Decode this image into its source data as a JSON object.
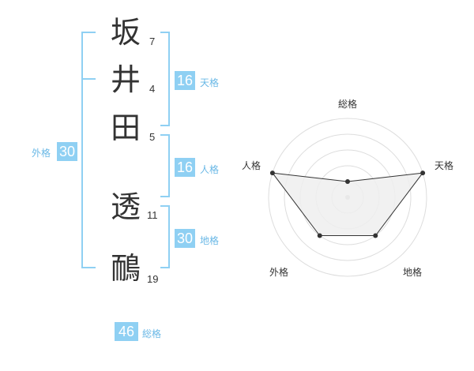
{
  "name": {
    "chars": [
      {
        "char": "坂",
        "strokes": "7"
      },
      {
        "char": "井",
        "strokes": "4"
      },
      {
        "char": "田",
        "strokes": "5"
      },
      {
        "char": "透",
        "strokes": "11"
      },
      {
        "char": "鴯",
        "strokes": "19"
      }
    ]
  },
  "fortune": {
    "tenkaku": {
      "label": "天格",
      "value": "16"
    },
    "jinkaku": {
      "label": "人格",
      "value": "16"
    },
    "chikaku": {
      "label": "地格",
      "value": "30"
    },
    "gaikaku": {
      "label": "外格",
      "value": "30"
    },
    "soukaku": {
      "label": "総格",
      "value": "46"
    }
  },
  "radar": {
    "axes": [
      "総格",
      "天格",
      "地格",
      "外格",
      "人格"
    ],
    "levels": 5,
    "values": [
      1,
      5,
      3,
      3,
      5
    ],
    "colors": {
      "grid": "#dddddd",
      "fill": "#eeeeee",
      "line": "#333333",
      "center": "#c0c0c0"
    }
  },
  "colors": {
    "accent": "#8fd0f3",
    "label": "#6ab8e6"
  }
}
